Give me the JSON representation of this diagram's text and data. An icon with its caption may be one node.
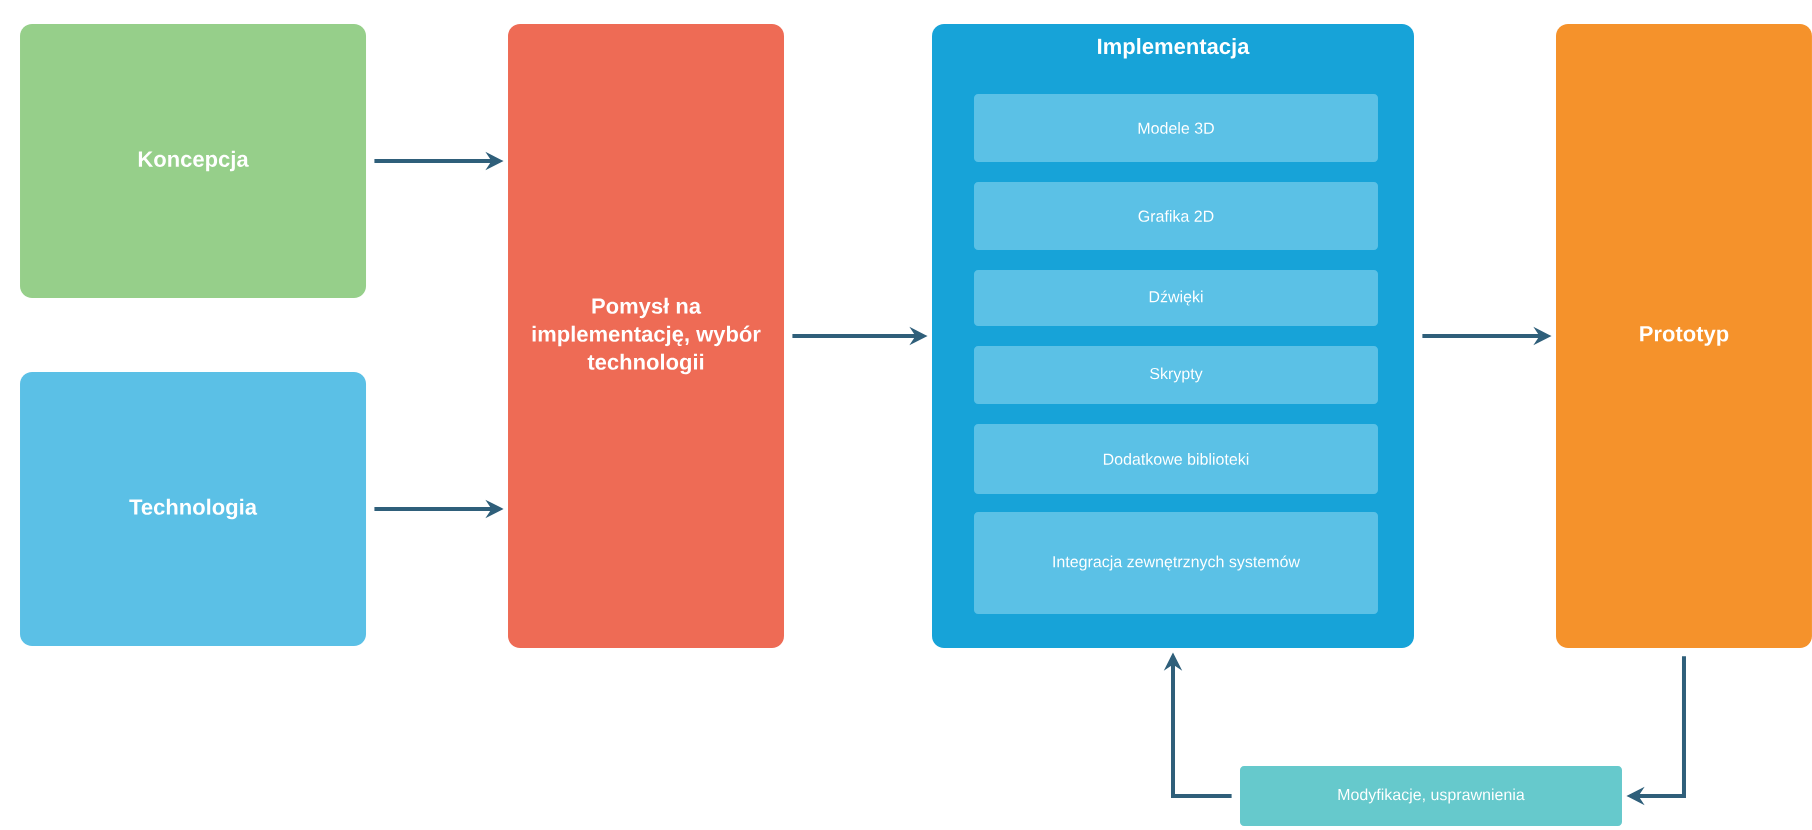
{
  "diagram": {
    "nodes": [
      {
        "text": [
          "Koncepcja"
        ]
      },
      {
        "text": [
          "Technologia"
        ]
      },
      {
        "text": [
          "Pomysł na implementację, wybór technologii"
        ]
      },
      {
        "text": [
          "Implementacja"
        ]
      },
      {
        "text": [
          "Modele 3D"
        ],
        "in": 3
      },
      {
        "text": [
          "Grafika 2D"
        ],
        "in": 3
      },
      {
        "text": [
          "Dźwięki"
        ],
        "in": 3
      },
      {
        "text": [
          "Skrypty"
        ],
        "in": 3
      },
      {
        "text": [
          "Dodatkowe biblioteki"
        ],
        "in": 3
      },
      {
        "text": [
          "Integracja zewnętrznych systemów"
        ],
        "in": 3
      },
      {
        "text": [
          "Prototyp"
        ]
      },
      {
        "text": [
          "Modyfikacje, usprawnienia"
        ]
      }
    ],
    "edges": [
      {
        "from": 0,
        "to": 2,
        "arrow": "to"
      },
      {
        "from": 1,
        "to": 2,
        "arrow": "to"
      },
      {
        "from": 2,
        "to": 3,
        "arrow": "to"
      },
      {
        "from": 3,
        "to": 10,
        "arrow": "to"
      },
      {
        "from": 10,
        "to": 11,
        "arrow": "to"
      },
      {
        "from": 11,
        "to": 3,
        "arrow": "to"
      }
    ]
  }
}
